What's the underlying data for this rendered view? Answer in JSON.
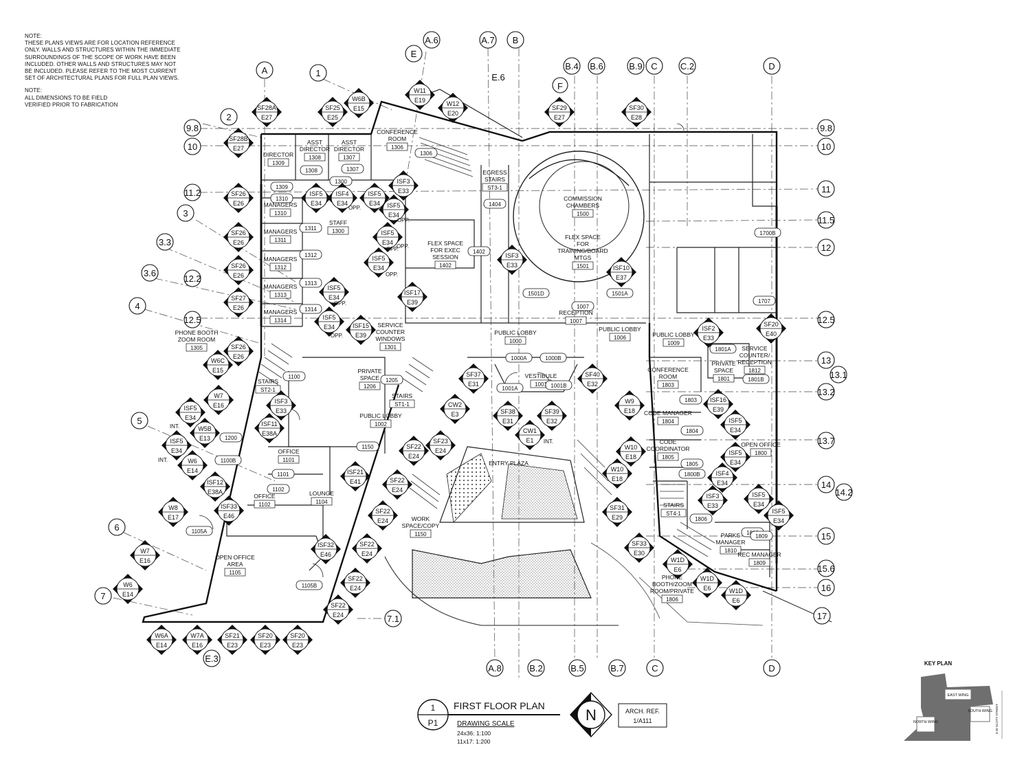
{
  "notes": {
    "note1_heading": "NOTE:",
    "note1_text": "THESE PLANS VIEWS ARE FOR LOCATION REFERENCE\nONLY. WALLS AND STRUCTURES WITHIN THE IMMEDIATE\nSURROUNDINGS OF THE SCOPE OF WORK HAVE BEEN\nINCLUDED. OTHER WALLS AND STRUCTURES MAY NOT\nBE INCLUDED. PLEASE REFER TO THE MOST CURRENT\nSET OF ARCHITECTURAL PLANS FOR FULL PLAN VIEWS.",
    "note2_heading": "NOTE:",
    "note2_text": "ALL DIMENSIONS TO BE FIELD\nVERIFIED PRIOR TO FABRICATION"
  },
  "grid_bubbles": {
    "top": [
      "A",
      "1",
      "E",
      "A.6",
      "A.7",
      "B",
      "B.4",
      "B.6",
      "B.9",
      "C",
      "C.2",
      "D"
    ],
    "top_plain": [
      "E.6",
      "F"
    ],
    "left": [
      "9.8",
      "10",
      "2",
      "11.2",
      "3",
      "3.3",
      "3.6",
      "12.2",
      "4",
      "12.5",
      "5",
      "6",
      "7"
    ],
    "right": [
      "9.8",
      "10",
      "11",
      "11.5",
      "12",
      "12.5",
      "13",
      "13.1",
      "13.2",
      "13.7",
      "14",
      "14.2",
      "15",
      "15.6",
      "16",
      "17"
    ],
    "bottom": [
      "E.3",
      "7.1",
      "A.8",
      "B.2",
      "B.5",
      "B.7",
      "C",
      "D"
    ]
  },
  "rooms": [
    {
      "name": "DIRECTOR",
      "num": "1309"
    },
    {
      "name": "ASST DIRECTOR",
      "num": "1308"
    },
    {
      "name": "ASST DIRECTOR",
      "num": "1307"
    },
    {
      "name": "CONFERENCE ROOM",
      "num": "1306"
    },
    {
      "name": "MANAGERS",
      "num": "1310"
    },
    {
      "name": "MANAGERS",
      "num": "1311"
    },
    {
      "name": "MANAGERS",
      "num": "1312"
    },
    {
      "name": "MANAGERS",
      "num": "1313"
    },
    {
      "name": "MANAGERS",
      "num": "1314"
    },
    {
      "name": "STAFF",
      "num": "1300"
    },
    {
      "name": "EGRESS STAIRS",
      "num": "ST3-1"
    },
    {
      "name": "COMMISSION CHAMBERS",
      "num": "1500"
    },
    {
      "name": "FLEX SPACE FOR TRAINING/BOARD MTGS",
      "num": "1501"
    },
    {
      "name": "FLEX SPACE FOR EXEC SESSION",
      "num": "1402"
    },
    {
      "name": "RECEPTION",
      "num": "1007"
    },
    {
      "name": "PUBLIC LOBBY",
      "num": "1006"
    },
    {
      "name": "PUBLIC LOBBY",
      "num": "1009"
    },
    {
      "name": "PUBLIC LOBBY",
      "num": "1000"
    },
    {
      "name": "SERVICE COUNTER WINDOWS",
      "num": "1301"
    },
    {
      "name": "PHONE BOOTH ZOOM ROOM",
      "num": "1305"
    },
    {
      "name": "PRIVATE SPACE",
      "num": "1206"
    },
    {
      "name": "STAIRS",
      "num": "ST2-1"
    },
    {
      "name": "STAIRS",
      "num": "ST1-1"
    },
    {
      "name": "PUBLIC LOBBY",
      "num": "1002"
    },
    {
      "name": "VESTIBULE",
      "num": "1001"
    },
    {
      "name": "OFFICE",
      "num": "1101"
    },
    {
      "name": "OFFICE",
      "num": "1102"
    },
    {
      "name": "LOUNGE",
      "num": "1104"
    },
    {
      "name": "OPEN OFFICE AREA",
      "num": "1105"
    },
    {
      "name": "WORK SPACE/COPY",
      "num": "1150"
    },
    {
      "name": "ENTRY PLAZA",
      "num": ""
    },
    {
      "name": "CONFERENCE ROOM",
      "num": "1803"
    },
    {
      "name": "CODE MANAGER",
      "num": "1804"
    },
    {
      "name": "CODE COORDINATOR",
      "num": "1805"
    },
    {
      "name": "PRIVATE SPACE",
      "num": "1801"
    },
    {
      "name": "SERVICE COUNTER/ RECEPTION",
      "num": "1812"
    },
    {
      "name": "OPEN OFFICE",
      "num": "1800"
    },
    {
      "name": "STAIRS",
      "num": "ST4-1"
    },
    {
      "name": "PARKS MANAGER",
      "num": "1810"
    },
    {
      "name": "REC MANAGER",
      "num": "1809"
    },
    {
      "name": "PHONE BOOTH/ZOOM ROOM/PRIVATE",
      "num": "1806"
    }
  ],
  "door_tags": [
    "1308",
    "1307",
    "1309",
    "1310",
    "1311",
    "1312",
    "1313",
    "1314",
    "1404",
    "1402",
    "1501D",
    "1007",
    "1501A",
    "1700B",
    "1707",
    "1801A",
    "1801B",
    "1000A",
    "1000B",
    "1001A",
    "1001B",
    "1100",
    "1200",
    "1205",
    "1150",
    "1100B",
    "1101",
    "1102",
    "1105A",
    "1105B",
    "1803",
    "1804",
    "1805",
    "1800B",
    "1806",
    "1810",
    "1809",
    "1300",
    "1306"
  ],
  "elevation_tags": [
    {
      "id": "SF28A",
      "sheet": "E27"
    },
    {
      "id": "SF25",
      "sheet": "E25"
    },
    {
      "id": "W6B",
      "sheet": "E15"
    },
    {
      "id": "W11",
      "sheet": "E19"
    },
    {
      "id": "W12",
      "sheet": "E20"
    },
    {
      "id": "SF29",
      "sheet": "E27"
    },
    {
      "id": "SF30",
      "sheet": "E28"
    },
    {
      "id": "SF28B",
      "sheet": "E27"
    },
    {
      "id": "SF26",
      "sheet": "E26"
    },
    {
      "id": "ISF5",
      "sheet": "E34"
    },
    {
      "id": "ISF4",
      "sheet": "E34"
    },
    {
      "id": "ISF5",
      "sheet": "E34"
    },
    {
      "id": "ISF3",
      "sheet": "E33"
    },
    {
      "id": "ISF5",
      "sheet": "E34"
    },
    {
      "id": "SF26",
      "sheet": "E26"
    },
    {
      "id": "ISF5",
      "sheet": "E34"
    },
    {
      "id": "SF26",
      "sheet": "E26"
    },
    {
      "id": "ISF5",
      "sheet": "E34"
    },
    {
      "id": "ISF3",
      "sheet": "E33"
    },
    {
      "id": "ISF10",
      "sheet": "E37"
    },
    {
      "id": "ISF5",
      "sheet": "E34"
    },
    {
      "id": "SF27",
      "sheet": "E26"
    },
    {
      "id": "ISF17",
      "sheet": "E39"
    },
    {
      "id": "ISF5",
      "sheet": "E34"
    },
    {
      "id": "ISF15",
      "sheet": "E39"
    },
    {
      "id": "ISF2",
      "sheet": "E33"
    },
    {
      "id": "SF20",
      "sheet": "E40"
    },
    {
      "id": "SF26",
      "sheet": "E26"
    },
    {
      "id": "W6C",
      "sheet": "E15"
    },
    {
      "id": "SF37",
      "sheet": "E31"
    },
    {
      "id": "SF40",
      "sheet": "E32"
    },
    {
      "id": "W7",
      "sheet": "E16"
    },
    {
      "id": "ISF5",
      "sheet": "E34"
    },
    {
      "id": "ISF3",
      "sheet": "E33"
    },
    {
      "id": "CW2",
      "sheet": "E3"
    },
    {
      "id": "W9",
      "sheet": "E18"
    },
    {
      "id": "ISF16",
      "sheet": "E39"
    },
    {
      "id": "ISF5",
      "sheet": "E34"
    },
    {
      "id": "SF38",
      "sheet": "E31"
    },
    {
      "id": "SF39",
      "sheet": "E32"
    },
    {
      "id": "W5B",
      "sheet": "E13"
    },
    {
      "id": "ISF11",
      "sheet": "E38A"
    },
    {
      "id": "CW1",
      "sheet": "E1"
    },
    {
      "id": "ISF5",
      "sheet": "E34"
    },
    {
      "id": "SF22",
      "sheet": "E24"
    },
    {
      "id": "SF23",
      "sheet": "E24"
    },
    {
      "id": "W10",
      "sheet": "E18"
    },
    {
      "id": "ISF5",
      "sheet": "E34"
    },
    {
      "id": "W6",
      "sheet": "E14"
    },
    {
      "id": "ISF21",
      "sheet": "E41"
    },
    {
      "id": "SF22",
      "sheet": "E24"
    },
    {
      "id": "W10",
      "sheet": "E18"
    },
    {
      "id": "ISF4",
      "sheet": "E34"
    },
    {
      "id": "ISF12",
      "sheet": "E38A"
    },
    {
      "id": "W8",
      "sheet": "E17"
    },
    {
      "id": "ISF33",
      "sheet": "E46"
    },
    {
      "id": "SF22",
      "sheet": "E24"
    },
    {
      "id": "SF31",
      "sheet": "E29"
    },
    {
      "id": "ISF3",
      "sheet": "E33"
    },
    {
      "id": "ISF5",
      "sheet": "E34"
    },
    {
      "id": "ISF5",
      "sheet": "E34"
    },
    {
      "id": "W7",
      "sheet": "E16"
    },
    {
      "id": "ISF32",
      "sheet": "E46"
    },
    {
      "id": "SF22",
      "sheet": "E24"
    },
    {
      "id": "SF33",
      "sheet": "E30"
    },
    {
      "id": "W1D",
      "sheet": "E6"
    },
    {
      "id": "W6",
      "sheet": "E14"
    },
    {
      "id": "SF22",
      "sheet": "E24"
    },
    {
      "id": "W1D",
      "sheet": "E6"
    },
    {
      "id": "SF22",
      "sheet": "E24"
    },
    {
      "id": "W1D",
      "sheet": "E6"
    },
    {
      "id": "W6A",
      "sheet": "E14"
    },
    {
      "id": "W7A",
      "sheet": "E16"
    },
    {
      "id": "SF21",
      "sheet": "E23"
    },
    {
      "id": "SF20",
      "sheet": "E23"
    },
    {
      "id": "SF20",
      "sheet": "E23"
    }
  ],
  "small_labels": {
    "opp": "OPP.",
    "int": "INT."
  },
  "title_block": {
    "view_number": "1",
    "sheet": "P1",
    "title": "FIRST FLOOR PLAN",
    "scale_heading": "DRAWING SCALE",
    "scale_1": "24x36: 1:100",
    "scale_2": "11x17: 1:200",
    "north": "N",
    "arch_ref_label": "ARCH. REF.",
    "arch_ref_value": "1/A111"
  },
  "key_plan": {
    "title": "KEY PLAN",
    "east": "EAST WING",
    "north": "NORTH WING",
    "south": "SOUTH WING",
    "street": "E.W SCOTT STREET"
  },
  "colors": {
    "line": "#111111",
    "key_plan_fill": "#6f6f6f",
    "hatch": "#333333"
  }
}
